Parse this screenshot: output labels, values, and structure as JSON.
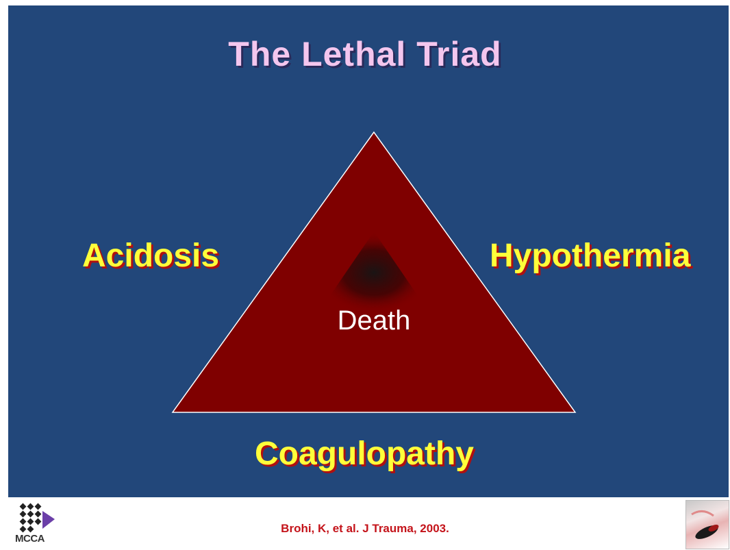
{
  "slide": {
    "title": "The Lethal Triad",
    "labels": {
      "acidosis": "Acidosis",
      "hypothermia": "Hypothermia",
      "coagulopathy": "Coagulopathy"
    },
    "center_label": "Death",
    "colors": {
      "background": "#22477a",
      "title": "#f4c6ee",
      "label_text": "#ffff3a",
      "label_shadow": "#b01010",
      "triangle_fill": "#7f0000",
      "triangle_stroke": "#ffffff",
      "citation": "#c4131a"
    }
  },
  "footer": {
    "citation": "Brohi, K, et al. J Trauma, 2003.",
    "logo_text": "MCCA",
    "logo_icon": "diamond-grid-logo",
    "corner_image": "corner-photo-icon"
  }
}
